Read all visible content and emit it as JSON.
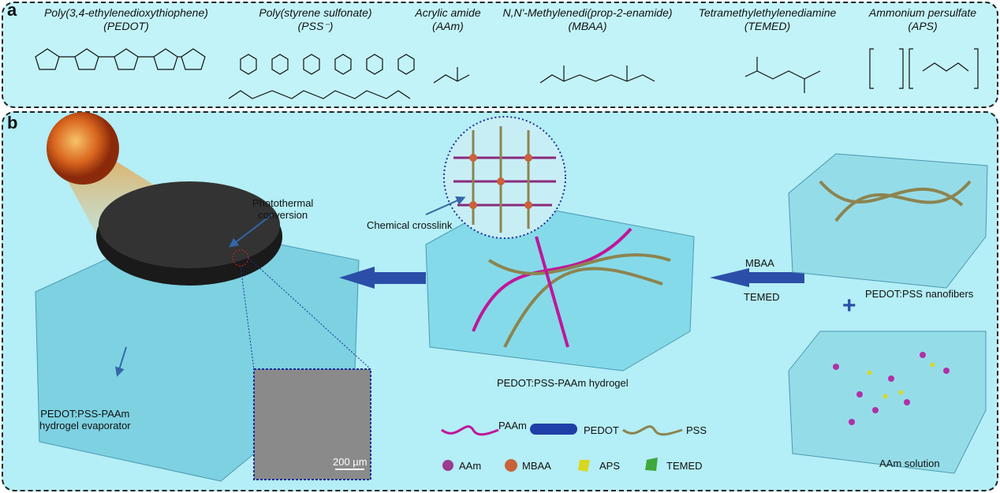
{
  "panel_a": {
    "label": "a",
    "compounds": [
      {
        "name": "Poly(3,4-ethylenedioxythiophene)",
        "abbr": "(PEDOT)"
      },
      {
        "name": "Poly(styrene sulfonate)",
        "abbr": "(PSS⁻)"
      },
      {
        "name": "Acrylic amide",
        "abbr": "(AAm)"
      },
      {
        "name": "N,N'-Methylenedi(prop-2-enamide)",
        "abbr": "(MBAA)"
      },
      {
        "name": "Tetramethylethylenediamine",
        "abbr": "(TEMED)"
      },
      {
        "name": "Ammonium persulfate",
        "abbr": "(APS)"
      }
    ]
  },
  "panel_b": {
    "label": "b",
    "photothermal": "Photothermal\nconversion",
    "evaporator": "PEDOT:PSS-PAAm\nhydrogel evaporator",
    "scale_bar": "200 µm",
    "crosslink": "Chemical crosslink",
    "hydrogel": "PEDOT:PSS-PAAm hydrogel",
    "mbaa": "MBAA",
    "temed": "TEMED",
    "nanofibers": "PEDOT:PSS nanofibers",
    "plus": "+",
    "solution": "AAm solution",
    "legend": [
      {
        "label": "PAAm",
        "color": "#c0169a"
      },
      {
        "label": "PEDOT",
        "color": "#1f3fa8"
      },
      {
        "label": "PSS",
        "color": "#8c8450"
      },
      {
        "label": "AAm",
        "color": "#9b3c8f"
      },
      {
        "label": "MBAA",
        "color": "#c9623a"
      },
      {
        "label": "APS",
        "color": "#d8d820"
      },
      {
        "label": "TEMED",
        "color": "#3fa83a"
      }
    ]
  }
}
